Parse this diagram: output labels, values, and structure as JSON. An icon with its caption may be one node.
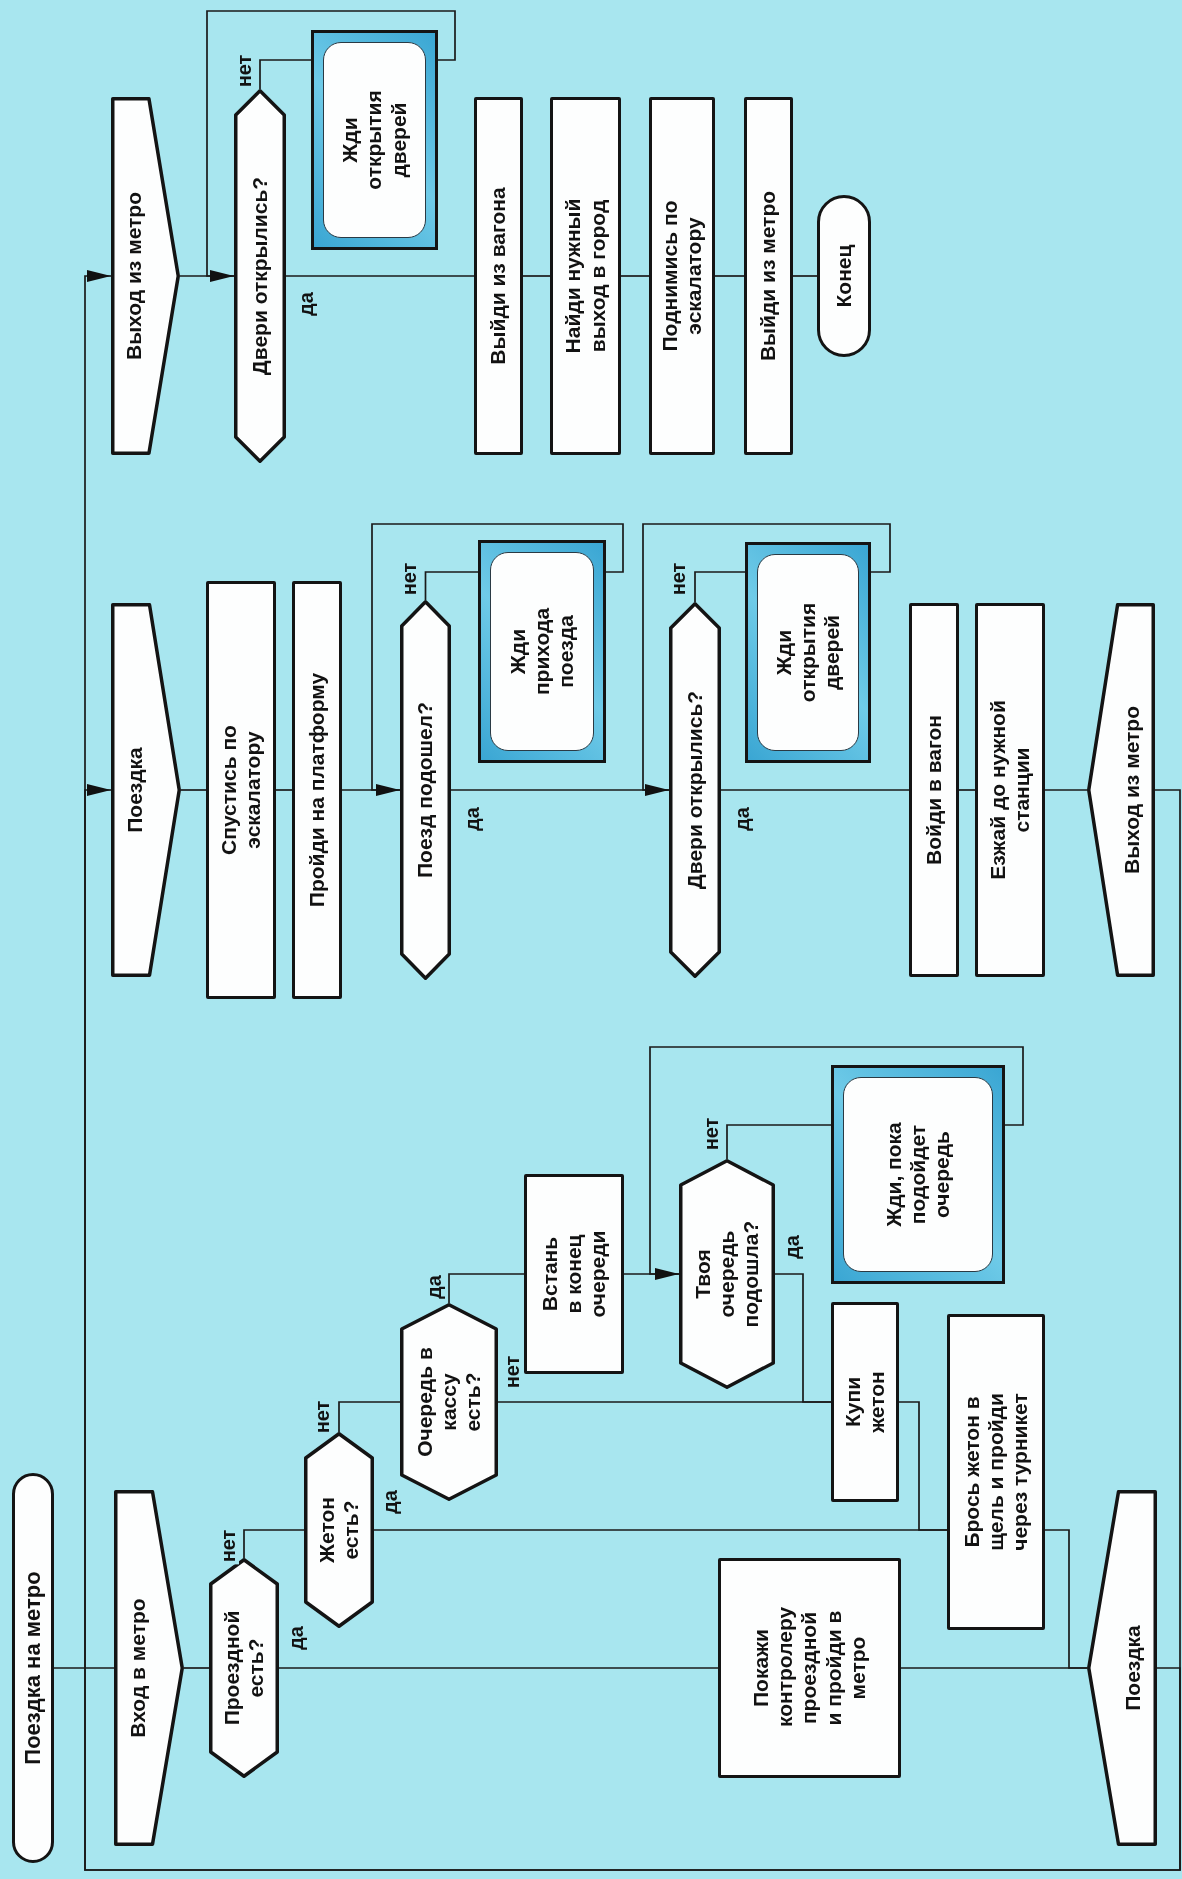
{
  "diagram": {
    "nodes": [
      {
        "text": [
          "Поездка на метро"
        ]
      },
      {
        "text": [
          "Вход в метро"
        ]
      },
      {
        "text": [
          "Проездной есть?"
        ]
      },
      {
        "text": [
          "Жетон есть?"
        ]
      },
      {
        "text": [
          "Очередь в кассу есть?"
        ]
      },
      {
        "text": [
          "Встань в конец очереди"
        ]
      },
      {
        "text": [
          "Твоя очередь подошла?"
        ]
      },
      {
        "text": [
          "Жди, пока подойдет очередь"
        ]
      },
      {
        "text": [
          "Купи жетон"
        ]
      },
      {
        "text": [
          "Покажи контролеру проездной и пройди в метро"
        ]
      },
      {
        "text": [
          "Брось жетон в щель и пройди через турникет"
        ]
      },
      {
        "text": [
          "Поездка"
        ]
      },
      {
        "text": [
          "Поездка"
        ]
      },
      {
        "text": [
          "Спустись по эскалатору"
        ]
      },
      {
        "text": [
          "Пройди на платформу"
        ]
      },
      {
        "text": [
          "Поезд подошел?"
        ]
      },
      {
        "text": [
          "Жди прихода поезда"
        ]
      },
      {
        "text": [
          "Двери открылись?"
        ]
      },
      {
        "text": [
          "Жди открытия дверей"
        ]
      },
      {
        "text": [
          "Войди в вагон"
        ]
      },
      {
        "text": [
          "Езжай до нужной станции"
        ]
      },
      {
        "text": [
          "Выход из метро"
        ]
      },
      {
        "text": [
          "Выход из метро"
        ]
      },
      {
        "text": [
          "Двери открылись?"
        ]
      },
      {
        "text": [
          "Жди открытия дверей"
        ]
      },
      {
        "text": [
          "Выйди из вагона"
        ]
      },
      {
        "text": [
          "Найди нужный выход в город"
        ]
      },
      {
        "text": [
          "Поднимись по эскалатору"
        ]
      },
      {
        "text": [
          "Выйди из метро"
        ]
      },
      {
        "text": [
          "Конец"
        ]
      }
    ],
    "edges": [
      {
        "from": 0,
        "to": 1,
        "arrow": "none"
      },
      {
        "from": 1,
        "to": 2,
        "arrow": "none"
      },
      {
        "from": 2,
        "to": 9,
        "arrow": "none",
        "label": "да"
      },
      {
        "from": 2,
        "to": 3,
        "arrow": "none",
        "label": "нет"
      },
      {
        "from": 3,
        "to": 10,
        "arrow": "none",
        "label": "да"
      },
      {
        "from": 3,
        "to": 4,
        "arrow": "none",
        "label": "нет"
      },
      {
        "from": 4,
        "to": 5,
        "arrow": "none",
        "label": "да"
      },
      {
        "from": 4,
        "to": 8,
        "arrow": "none",
        "label": "нет"
      },
      {
        "from": 5,
        "to": 6,
        "arrow": "none"
      },
      {
        "from": 6,
        "to": 7,
        "arrow": "none",
        "label": "нет"
      },
      {
        "from": 7,
        "to": 6,
        "arrow": "to"
      },
      {
        "from": 6,
        "to": 8,
        "arrow": "none",
        "label": "да"
      },
      {
        "from": 8,
        "to": 10,
        "arrow": "none"
      },
      {
        "from": 9,
        "to": 11,
        "arrow": "none"
      },
      {
        "from": 10,
        "to": 11,
        "arrow": "none"
      },
      {
        "from": 11,
        "to": 12,
        "arrow": "to"
      },
      {
        "from": 12,
        "to": 13,
        "arrow": "none"
      },
      {
        "from": 13,
        "to": 14,
        "arrow": "none"
      },
      {
        "from": 14,
        "to": 15,
        "arrow": "none"
      },
      {
        "from": 15,
        "to": 17,
        "arrow": "none",
        "label": "да"
      },
      {
        "from": 15,
        "to": 16,
        "arrow": "none",
        "label": "нет"
      },
      {
        "from": 16,
        "to": 15,
        "arrow": "to"
      },
      {
        "from": 17,
        "to": 19,
        "arrow": "none",
        "label": "да"
      },
      {
        "from": 17,
        "to": 18,
        "arrow": "none",
        "label": "нет"
      },
      {
        "from": 18,
        "to": 17,
        "arrow": "to"
      },
      {
        "from": 19,
        "to": 20,
        "arrow": "none"
      },
      {
        "from": 20,
        "to": 21,
        "arrow": "none"
      },
      {
        "from": 21,
        "to": 22,
        "arrow": "to"
      },
      {
        "from": 22,
        "to": 23,
        "arrow": "none"
      },
      {
        "from": 23,
        "to": 25,
        "arrow": "none",
        "label": "да"
      },
      {
        "from": 23,
        "to": 24,
        "arrow": "none",
        "label": "нет"
      },
      {
        "from": 24,
        "to": 23,
        "arrow": "to"
      },
      {
        "from": 25,
        "to": 26,
        "arrow": "none"
      },
      {
        "from": 26,
        "to": 27,
        "arrow": "none"
      },
      {
        "from": 27,
        "to": 28,
        "arrow": "none"
      },
      {
        "from": 28,
        "to": 29,
        "arrow": "none"
      }
    ]
  }
}
